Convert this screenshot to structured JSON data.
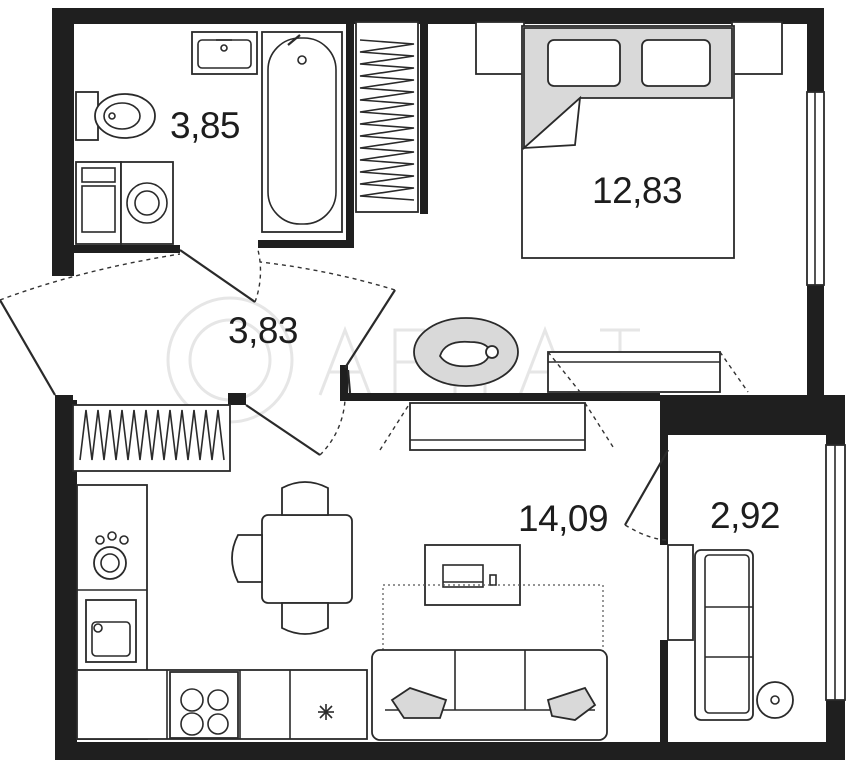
{
  "rooms": [
    {
      "id": "bathroom",
      "area": "3,85"
    },
    {
      "id": "bedroom",
      "area": "12,83"
    },
    {
      "id": "hallway",
      "area": "3,83"
    },
    {
      "id": "living-kitchen",
      "area": "14,09"
    },
    {
      "id": "balcony",
      "area": "2,92"
    }
  ]
}
